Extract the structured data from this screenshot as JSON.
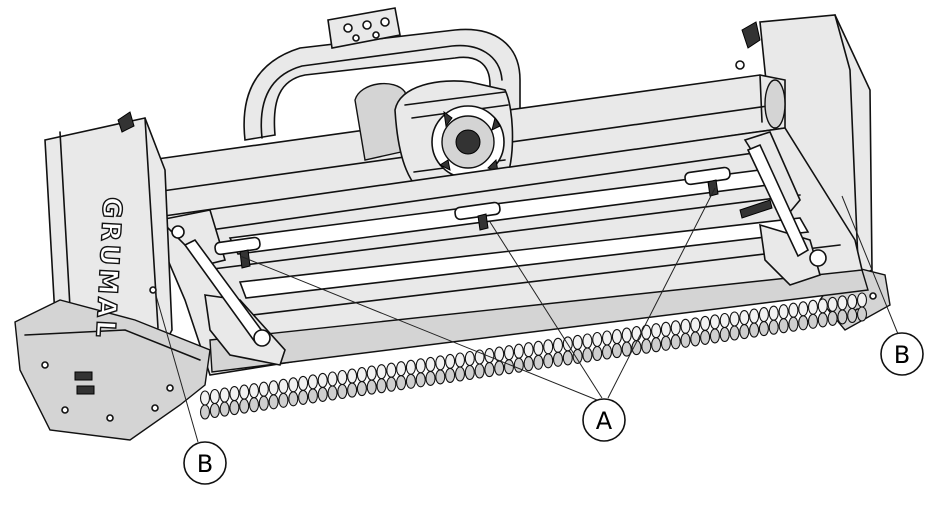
{
  "callouts": {
    "a_label": "A",
    "b_left_label": "B",
    "b_right_label": "B"
  },
  "brand_mark": "GRUMAL"
}
